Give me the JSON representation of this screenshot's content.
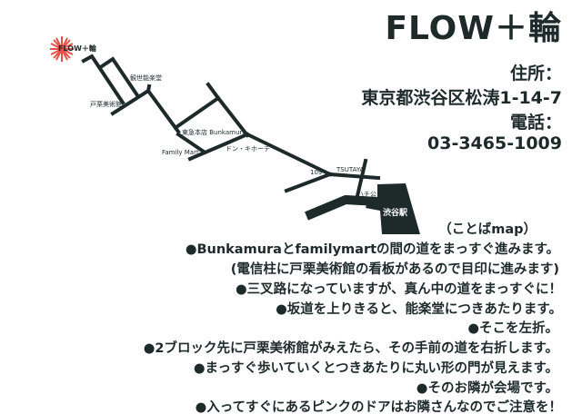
{
  "title": "FLOW＋輪",
  "address_label": "住所：",
  "address": "東京都渋谷区松涛1-14-7",
  "phone_label": "電話：",
  "phone": "03-3465-1009",
  "map": {
    "road_color": "#1e2a2a",
    "marker_color": "#e8504a",
    "labels": {
      "venue": "FLOW＋輪",
      "noh": "観世能楽堂",
      "museum": "戸栗美術館",
      "tokyu": "東急本店 Bunkamura",
      "familymart": "Family Mart",
      "donki": "ドン・キホーテ",
      "s109": "109",
      "tsutaya": "TSUTAYA",
      "hachiko": "ハチ公",
      "station": "渋谷駅"
    }
  },
  "directions": [
    "（ことばmap）",
    "●Bunkamuraとfamilymartの間の道をまっすぐ進みます。",
    "(電信柱に戸栗美術館の看板があるので目印に進みます)",
    "●三叉路になっていますが、真ん中の道をまっすぐに！",
    "●坂道を上りきると、能楽堂につきあたります。",
    "●そこを左折。",
    "●2ブロック先に戸栗美術館がみえたら、その手前の道を右折します。",
    "●まっすぐ歩いていくとつきあたりに丸い形の門が見えます。",
    "●そのお隣が会場です。",
    "●入ってすぐにあるピンクのドアはお隣さんなのでご注意を！"
  ]
}
